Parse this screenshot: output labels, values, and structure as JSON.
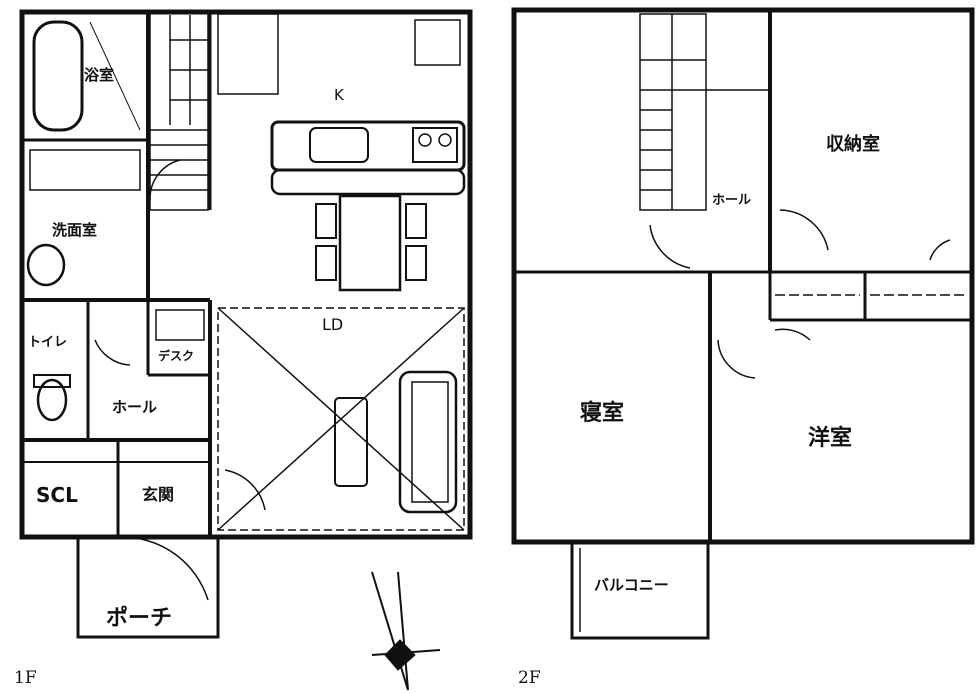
{
  "floors": [
    {
      "label": "1F",
      "rooms": {
        "bath": "浴室",
        "washroom": "洗面室",
        "kitchen": "K",
        "ld": "LD",
        "toilet": "トイレ",
        "desk": "デスク",
        "hall": "ホール",
        "scl": "SCL",
        "entrance": "玄関",
        "porch": "ポーチ"
      }
    },
    {
      "label": "2F",
      "rooms": {
        "storage": "収納室",
        "hall": "ホール",
        "bedroom": "寝室",
        "western_room": "洋室",
        "balcony": "バルコニー"
      }
    }
  ]
}
